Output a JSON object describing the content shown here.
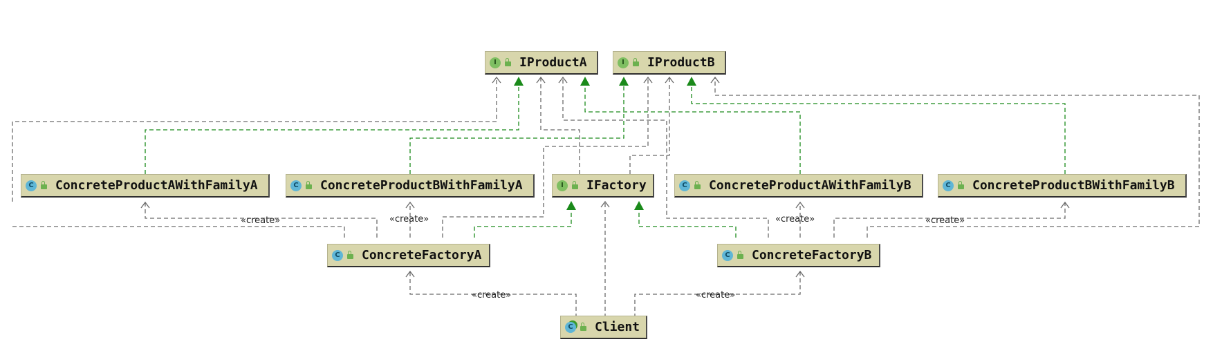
{
  "nodes": {
    "iproduct_a": {
      "name": "IProductA",
      "kind": "interface",
      "kind_glyph": "I"
    },
    "iproduct_b": {
      "name": "IProductB",
      "kind": "interface",
      "kind_glyph": "I"
    },
    "product_a_family_a": {
      "name": "ConcreteProductAWithFamilyA",
      "kind": "class",
      "kind_glyph": "C"
    },
    "product_b_family_a": {
      "name": "ConcreteProductBWithFamilyA",
      "kind": "class",
      "kind_glyph": "C"
    },
    "ifactory": {
      "name": "IFactory",
      "kind": "interface",
      "kind_glyph": "I"
    },
    "product_a_family_b": {
      "name": "ConcreteProductAWithFamilyB",
      "kind": "class",
      "kind_glyph": "C"
    },
    "product_b_family_b": {
      "name": "ConcreteProductBWithFamilyB",
      "kind": "class",
      "kind_glyph": "C"
    },
    "factory_a": {
      "name": "ConcreteFactoryA",
      "kind": "class",
      "kind_glyph": "C"
    },
    "factory_b": {
      "name": "ConcreteFactoryB",
      "kind": "class",
      "kind_glyph": "C"
    },
    "client": {
      "name": "Client",
      "kind": "class",
      "kind_glyph": "C"
    }
  },
  "edge_labels": {
    "create": "«create»"
  },
  "colors": {
    "node_fill": "#d8d6ac",
    "realization": "#1a8a1a",
    "dependency": "#6b6b6b",
    "interface_badge": "#7fbf62",
    "class_badge": "#5fb6d6"
  }
}
